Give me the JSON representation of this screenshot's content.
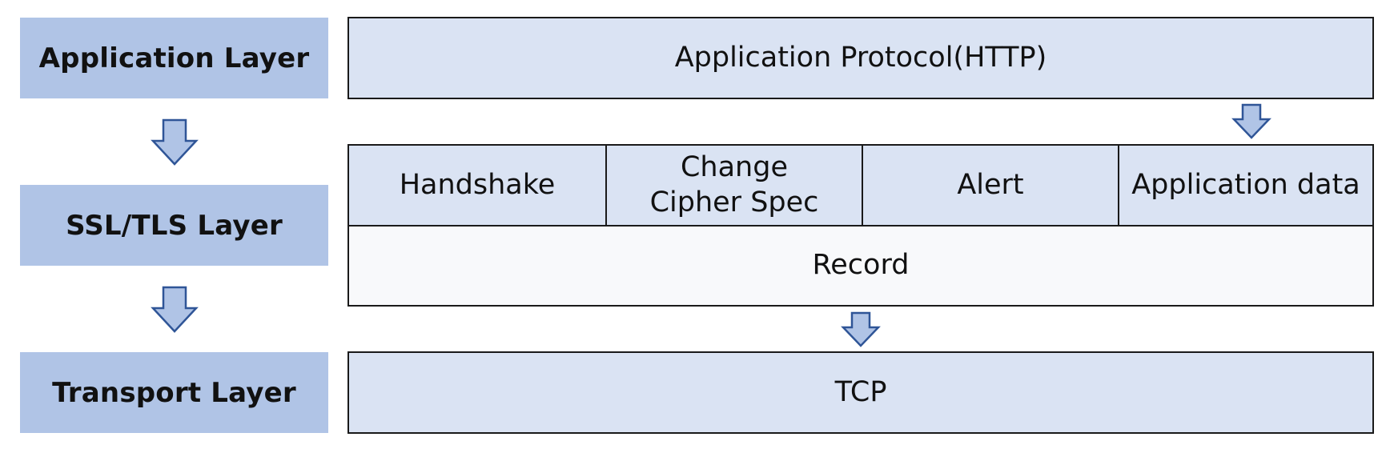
{
  "colors": {
    "layer_fill": "#b0c4e6",
    "box_fill": "#dae3f3",
    "record_fill": "#f8f9fb",
    "border": "#1a1a1a",
    "arrow_fill": "#b0c4e6",
    "arrow_stroke": "#2f5597"
  },
  "layers": {
    "application": "Application Layer",
    "ssl_tls": "SSL/TLS Layer",
    "transport": "Transport Layer"
  },
  "boxes": {
    "app_protocol": "Application Protocol(HTTP)",
    "record": "Record",
    "tcp": "TCP"
  },
  "subprotocols": [
    {
      "label": "Handshake"
    },
    {
      "lines": [
        "Change",
        "Cipher Spec"
      ]
    },
    {
      "label": "Alert"
    },
    {
      "label": "Application data"
    }
  ],
  "icons": [
    "down-arrow-icon"
  ]
}
